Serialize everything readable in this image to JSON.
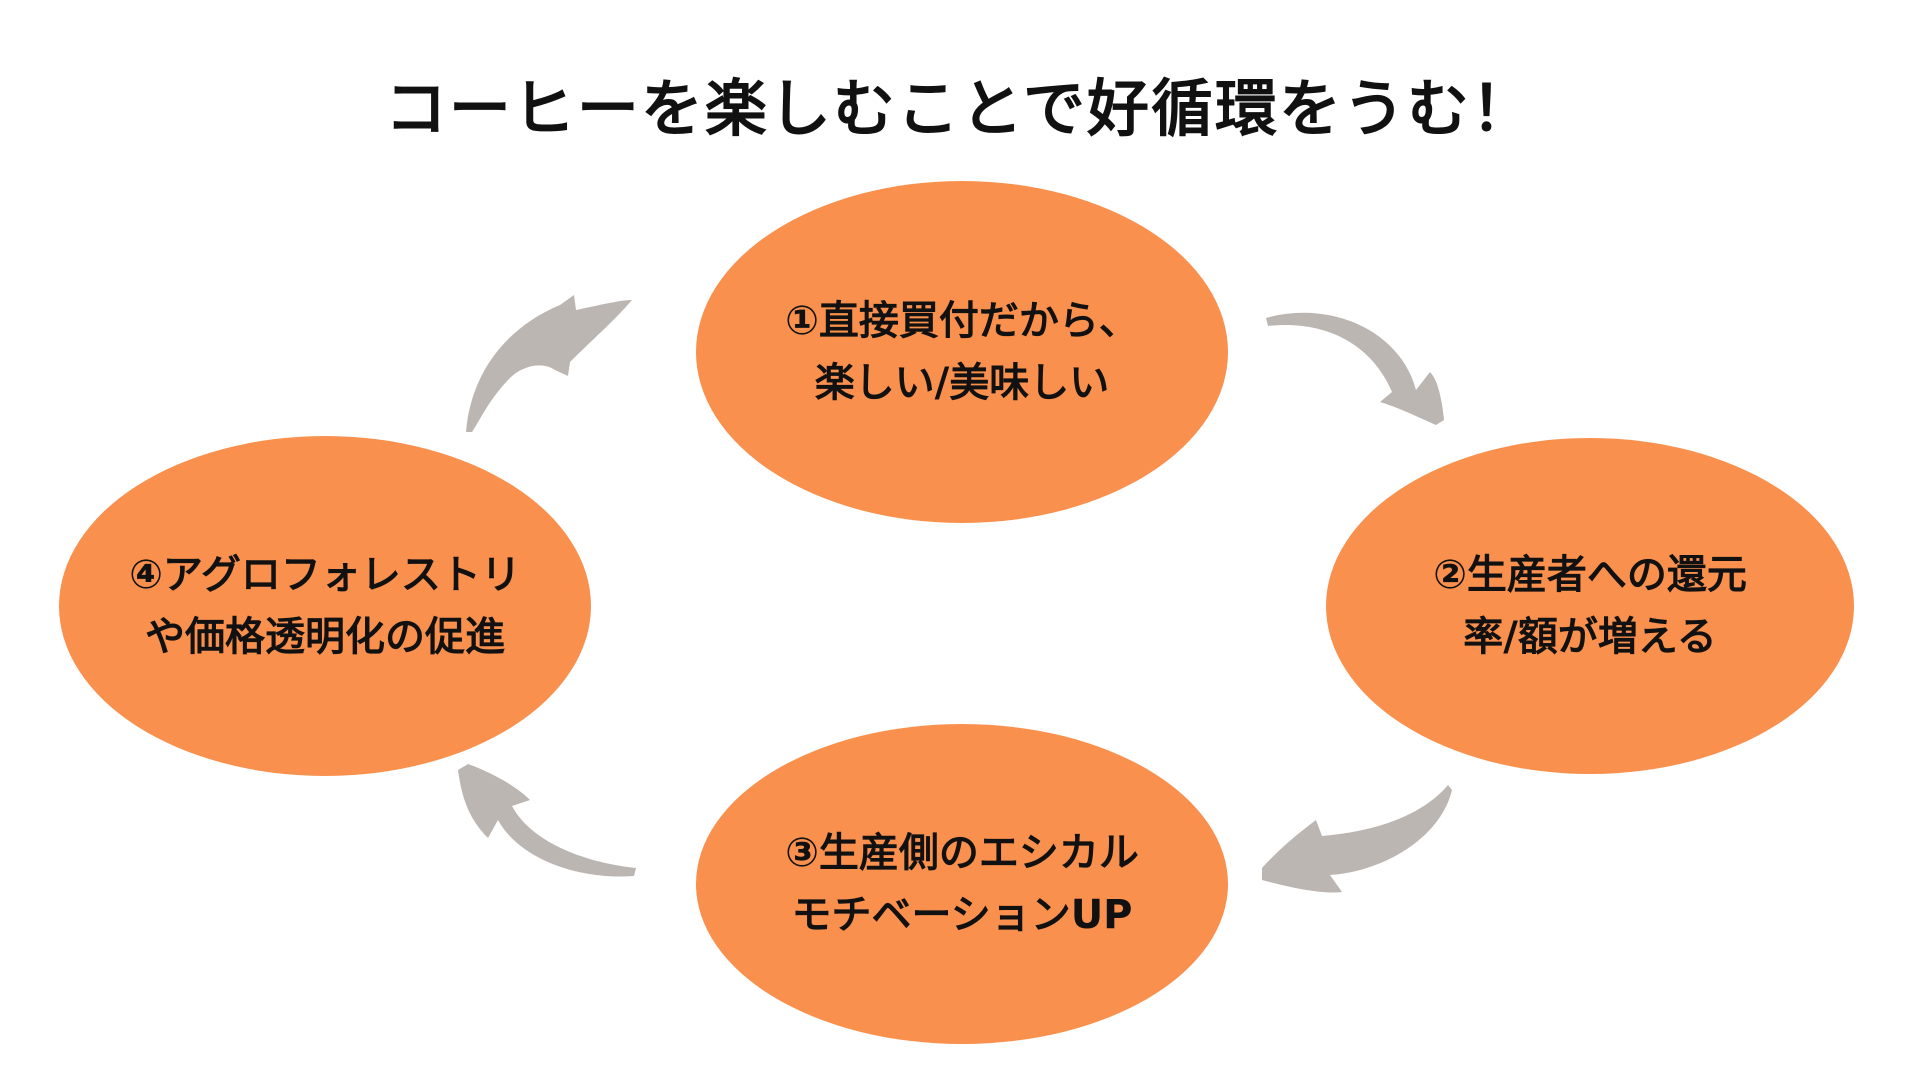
{
  "title": "コーヒーを楽しむことで好循環をうむ！",
  "colors": {
    "node_fill": "#f9904d",
    "arrow": "#bcb6b3",
    "text": "#111111"
  },
  "nodes": [
    {
      "id": "step-1",
      "lines": [
        "①直接買付だから、",
        "楽しい/美味しい"
      ]
    },
    {
      "id": "step-2",
      "lines": [
        "②生産者への還元",
        "率/額が増える"
      ]
    },
    {
      "id": "step-3",
      "lines": [
        "③生産側のエシカル",
        "モチベーションUP"
      ]
    },
    {
      "id": "step-4",
      "lines": [
        "④アグロフォレストリ",
        "や価格透明化の促進"
      ]
    }
  ],
  "arrows": [
    {
      "from": "step-4",
      "to": "step-1",
      "icon": "curved-arrow-icon"
    },
    {
      "from": "step-1",
      "to": "step-2",
      "icon": "curved-arrow-icon"
    },
    {
      "from": "step-2",
      "to": "step-3",
      "icon": "curved-arrow-icon"
    },
    {
      "from": "step-3",
      "to": "step-4",
      "icon": "curved-arrow-icon"
    }
  ]
}
